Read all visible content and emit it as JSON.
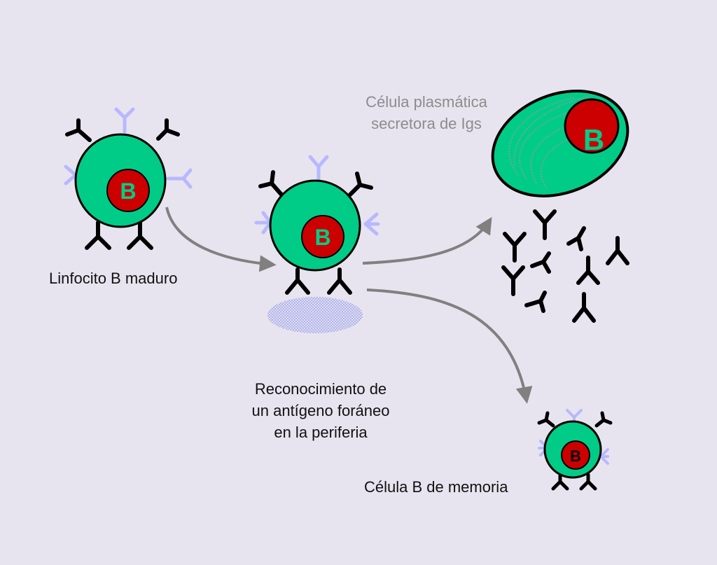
{
  "labels": {
    "mature_b": "Linfocito B maduro",
    "plasma_line1": "Célula plasmática",
    "plasma_line2": "secretora de Igs",
    "recognition_line1": "Reconocimiento de",
    "recognition_line2": "un antígeno foráneo",
    "recognition_line3": "en la periferia",
    "memory_b": "Célula B de memoria"
  },
  "nucleus_letter": "B",
  "colors": {
    "background": "#e8e4ef",
    "cell_body": "#00cc88",
    "nucleus": "#cc0000",
    "letter": "#00cc88",
    "antibody_dark": "#000000",
    "antibody_light": "#b8b8ff",
    "arrow": "#808080",
    "antigen": "#c8c8f0"
  },
  "icons": {
    "receptor": "y-shaped-antibody-icon",
    "arrow": "curved-arrow-icon"
  }
}
